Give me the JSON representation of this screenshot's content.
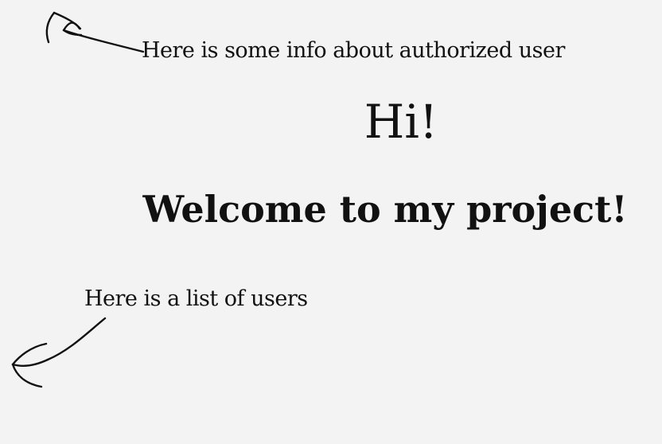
{
  "notes": {
    "user_info": "Here is some info about authorized user",
    "user_list": "Here is a list of users"
  },
  "welcome": {
    "greeting": "Hi!",
    "message": "Welcome to my project!"
  },
  "icons": {
    "top_arrow": "hand-drawn-arrow-up-left-icon",
    "bottom_arrow": "hand-drawn-arrow-down-left-icon"
  }
}
